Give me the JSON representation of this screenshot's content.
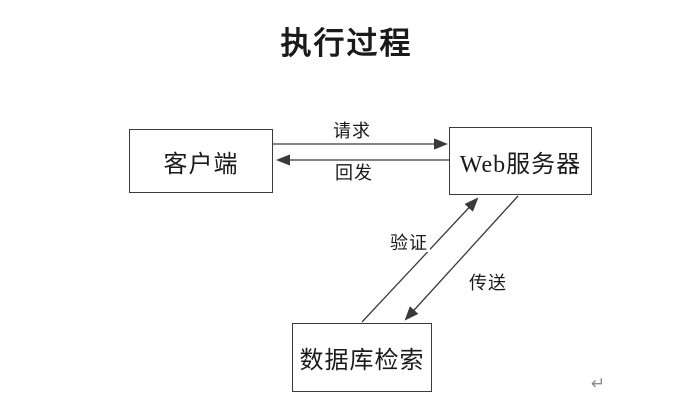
{
  "title": "执行过程",
  "nodes": {
    "client": {
      "label": "客户端"
    },
    "web_server": {
      "label": "Web服务器"
    },
    "database": {
      "label": "数据库检索"
    }
  },
  "edges": {
    "request": {
      "label": "请求",
      "from": "client",
      "to": "web_server",
      "direction": "right"
    },
    "postback": {
      "label": "回发",
      "from": "web_server",
      "to": "client",
      "direction": "left"
    },
    "verify": {
      "label": "验证",
      "from": "database",
      "to": "web_server",
      "direction": "up-right"
    },
    "transfer": {
      "label": "传送",
      "from": "web_server",
      "to": "database",
      "direction": "down-left"
    }
  },
  "misc": {
    "return_mark": "↵"
  },
  "colors": {
    "line": "#3a3a3a",
    "text": "#1a1a1a",
    "background": "#ffffff",
    "return_mark": "#8a8a8a"
  }
}
